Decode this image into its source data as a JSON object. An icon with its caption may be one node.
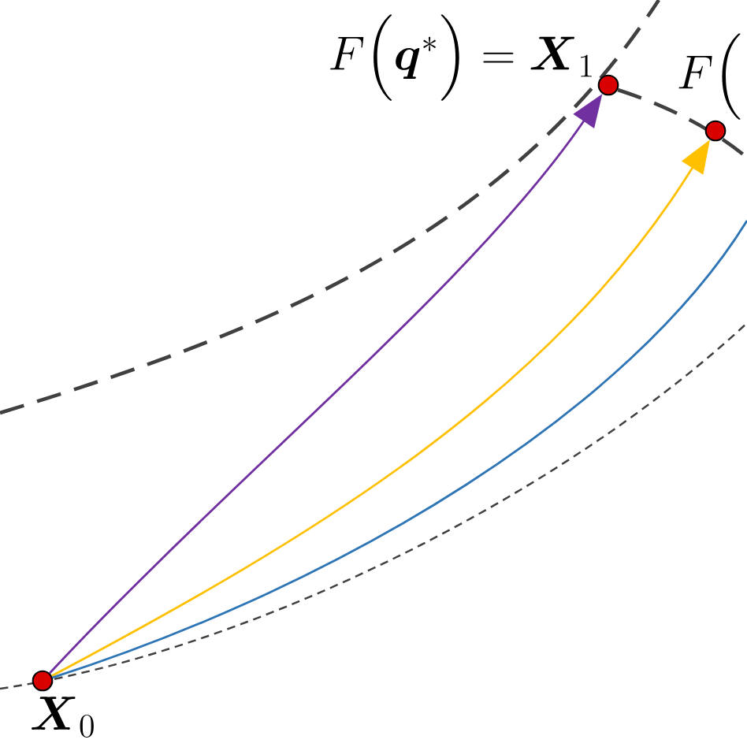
{
  "diagram": {
    "nodes": [
      {
        "text": [],
        "shape": "circle",
        "beside": [
          "\\boldsymbol{X}_{0}"
        ]
      },
      {
        "text": [],
        "shape": "circle",
        "beside": [
          "F\\Bigl(\\boldsymbol{q}^{*}\\Bigr)=\\boldsymbol{X}_{1}"
        ]
      },
      {
        "text": [],
        "shape": "circle",
        "beside": [
          "F\\Bigl("
        ]
      }
    ],
    "edges": [
      {
        "from": 0,
        "to": 1,
        "arrow": "to",
        "color": "#7030a0"
      },
      {
        "from": 0,
        "to": 2,
        "arrow": "to",
        "color": "#ffc000"
      },
      {
        "from": 0,
        "to": null,
        "arrow": "none",
        "color": "#2e75b6"
      }
    ]
  }
}
